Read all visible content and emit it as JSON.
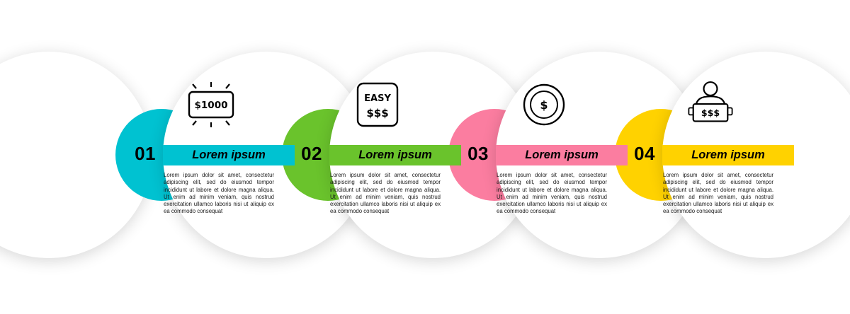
{
  "infographic": {
    "steps": [
      {
        "number": "01",
        "title": "Lorem ipsum",
        "body": "Lorem ipsum dolor sit amet, consectetur adipiscing elit, sed do eiusmod tempor incididunt ut labore et dolore magna aliqua. Ut enim ad minim veniam, quis nostrud exercitation ullamco laboris nisi ut aliquip ex ea commodo consequat",
        "accent_color": "#00c2d1",
        "icon": "price-tag-1000-icon",
        "icon_text": "$1000"
      },
      {
        "number": "02",
        "title": "Lorem ipsum",
        "body": "Lorem ipsum dolor sit amet, consectetur adipiscing elit, sed do eiusmod tempor incididunt ut labore et dolore magna aliqua. Ut enim ad minim veniam, quis nostrud exercitation ullamco laboris nisi ut aliquip ex ea commodo consequat",
        "accent_color": "#6ac32c",
        "icon": "easy-money-icon",
        "icon_text_top": "EASY",
        "icon_text_bottom": "$$$"
      },
      {
        "number": "03",
        "title": "Lorem ipsum",
        "body": "Lorem ipsum dolor sit amet, consectetur adipiscing elit, sed do eiusmod tempor incididunt ut labore et dolore magna aliqua. Ut enim ad minim veniam, quis nostrud exercitation ullamco laboris nisi ut aliquip ex ea commodo consequat",
        "accent_color": "#fb7da0",
        "icon": "dollar-coin-icon",
        "icon_text": "$"
      },
      {
        "number": "04",
        "title": "Lorem ipsum",
        "body": "Lorem ipsum dolor sit amet, consectetur adipiscing elit, sed do eiusmod tempor incididunt ut labore et dolore magna aliqua. Ut enim ad minim veniam, quis nostrud exercitation ullamco laboris nisi ut aliquip ex ea commodo consequat",
        "accent_color": "#ffd200",
        "icon": "person-money-sign-icon",
        "icon_text": "$$$"
      }
    ]
  }
}
